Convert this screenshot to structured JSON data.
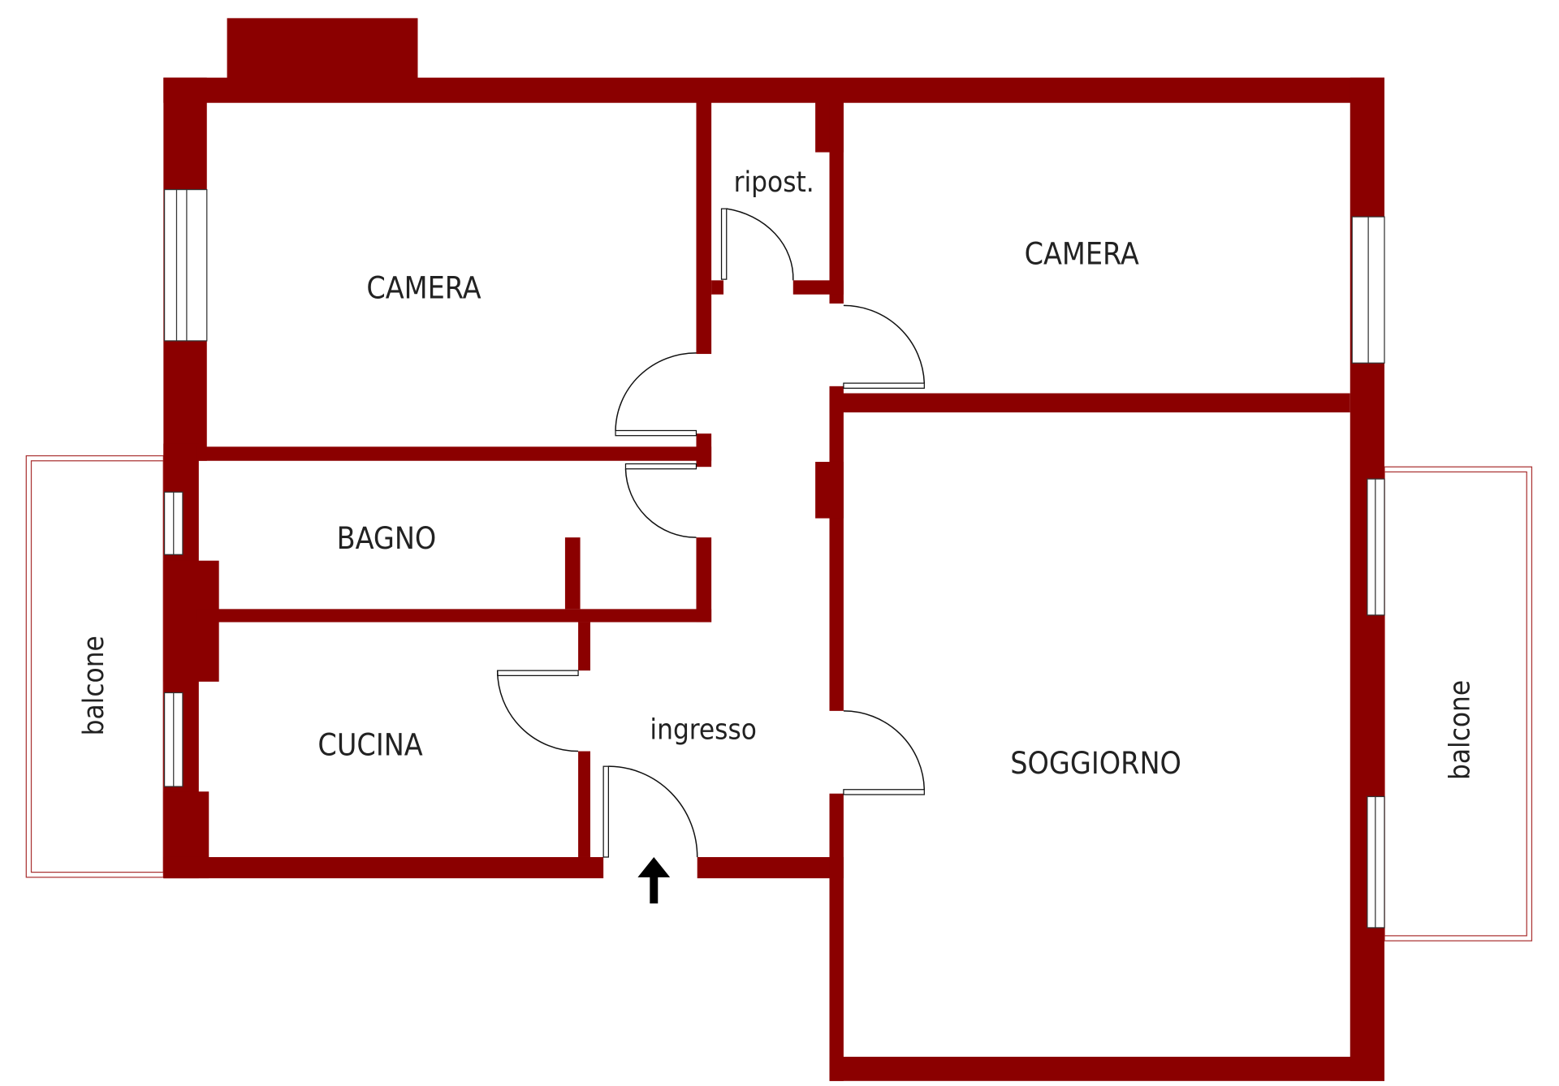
{
  "rooms": {
    "camera_left": "CAMERA",
    "camera_right": "CAMERA",
    "ripostiglio": "ripost.",
    "bagno": "BAGNO",
    "cucina": "CUCINA",
    "ingresso": "ingresso",
    "soggiorno": "SOGGIORNO",
    "balcone_left": "balcone",
    "balcone_right": "balcone"
  },
  "colors": {
    "wall": "#8b0000",
    "balcony": "#aa3333"
  },
  "icons": {
    "entrance": "arrow-up-icon"
  }
}
